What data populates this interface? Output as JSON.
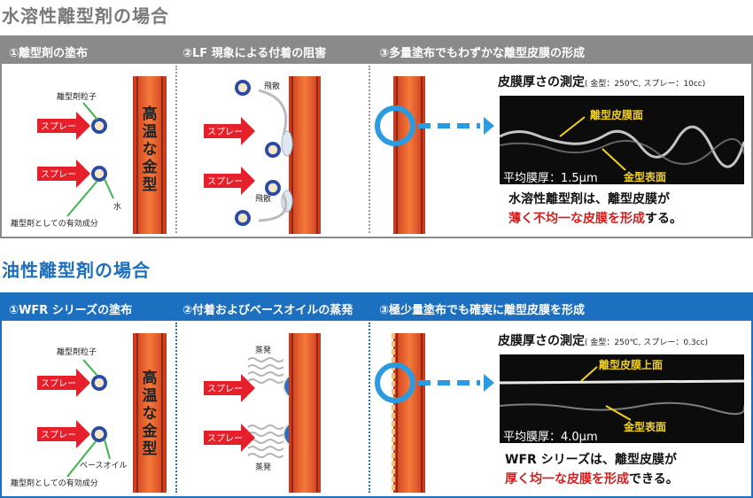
{
  "water": {
    "title": "水溶性離型剤の場合",
    "steps": [
      "①離型剤の塗布",
      "②LF 現象による付着の阻害",
      "③多量塗布でもわずかな離型皮膜の形成"
    ],
    "labels": {
      "particle": "離型剤粒子",
      "spray": "スプレー",
      "mold": "高温な金型",
      "water": "水",
      "active": "離型剤としての有効成分",
      "scatter": "飛散"
    },
    "measurement": {
      "title": "皮膜厚さの測定",
      "note": "( 金型：250℃, スプレー：10cc)",
      "film_label": "離型皮膜面",
      "surface_label": "金型表面",
      "avg": "平均膜厚：1.5μm"
    },
    "caption_line1": "水溶性離型剤は、離型皮膜が",
    "caption_red": "薄く不均一な皮膜を形成",
    "caption_tail": "する。"
  },
  "oil": {
    "title": "油性離型剤の場合",
    "steps": [
      "①WFR シリーズの塗布",
      "②付着およびベースオイルの蒸発",
      "③極少量塗布でも確実に離型皮膜を形成"
    ],
    "labels": {
      "particle": "離型剤粒子",
      "spray": "スプレー",
      "mold": "高温な金型",
      "base_oil": "ベースオイル",
      "active": "離型剤としての有効成分",
      "evaporation": "蒸発"
    },
    "measurement": {
      "title": "皮膜厚さの測定",
      "note": "( 金型：250℃, スプレー：0.3cc)",
      "film_label": "離型皮膜上面",
      "surface_label": "金型表面",
      "avg": "平均膜厚：4.0μm"
    },
    "caption_line1": "WFR シリーズは、離型皮膜が",
    "caption_red": "厚く均一な皮膜を形成",
    "caption_tail": "できる。"
  },
  "colors": {
    "water_accent": "#8a8a8a",
    "oil_accent": "#1d6fc0",
    "spray_arrow": "#e5202a",
    "mold": "#e8541e",
    "highlight": "#2a9be0",
    "label_line": "#3cb64a",
    "caption_red": "#d41e1e",
    "label_yellow": "#f2d21b"
  }
}
